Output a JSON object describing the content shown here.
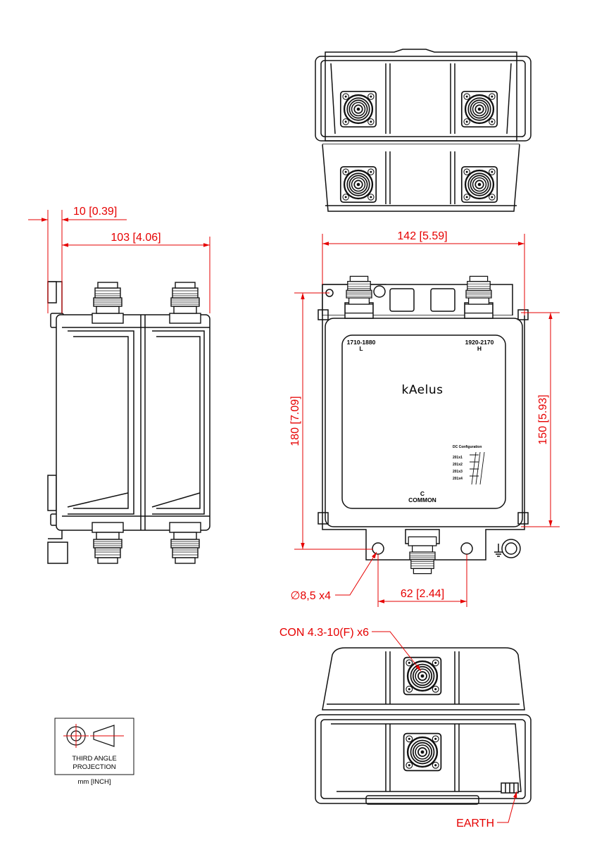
{
  "colors": {
    "dimension": "#e60000",
    "outline": "#111111",
    "paper": "#ffffff"
  },
  "dimensions": {
    "flange_offset": "10 [0.39]",
    "side_depth": "103 [4.06]",
    "front_width": "142 [5.59]",
    "front_height": "180 [7.09]",
    "body_height": "150 [5.93]",
    "hole_pitch": "62 [2.44]"
  },
  "callouts": {
    "mounting_holes": "∅8,5 x4",
    "connectors": "CON 4.3-10(F) x6",
    "earth": "EARTH"
  },
  "device_labels": {
    "port_low_band": "1710-1880",
    "port_low_letter": "L",
    "port_high_band": "1920-2170",
    "port_high_letter": "H",
    "brand": "kAelus",
    "common_letter": "C",
    "common_label": "COMMON"
  },
  "dc_configuration": {
    "title": "DC Configuration",
    "rows": [
      "201x1",
      "201x2",
      "201x3",
      "201x4"
    ]
  },
  "projection_symbol": {
    "line1": "THIRD ANGLE",
    "line2": "PROJECTION",
    "units": "mm [INCH]"
  }
}
